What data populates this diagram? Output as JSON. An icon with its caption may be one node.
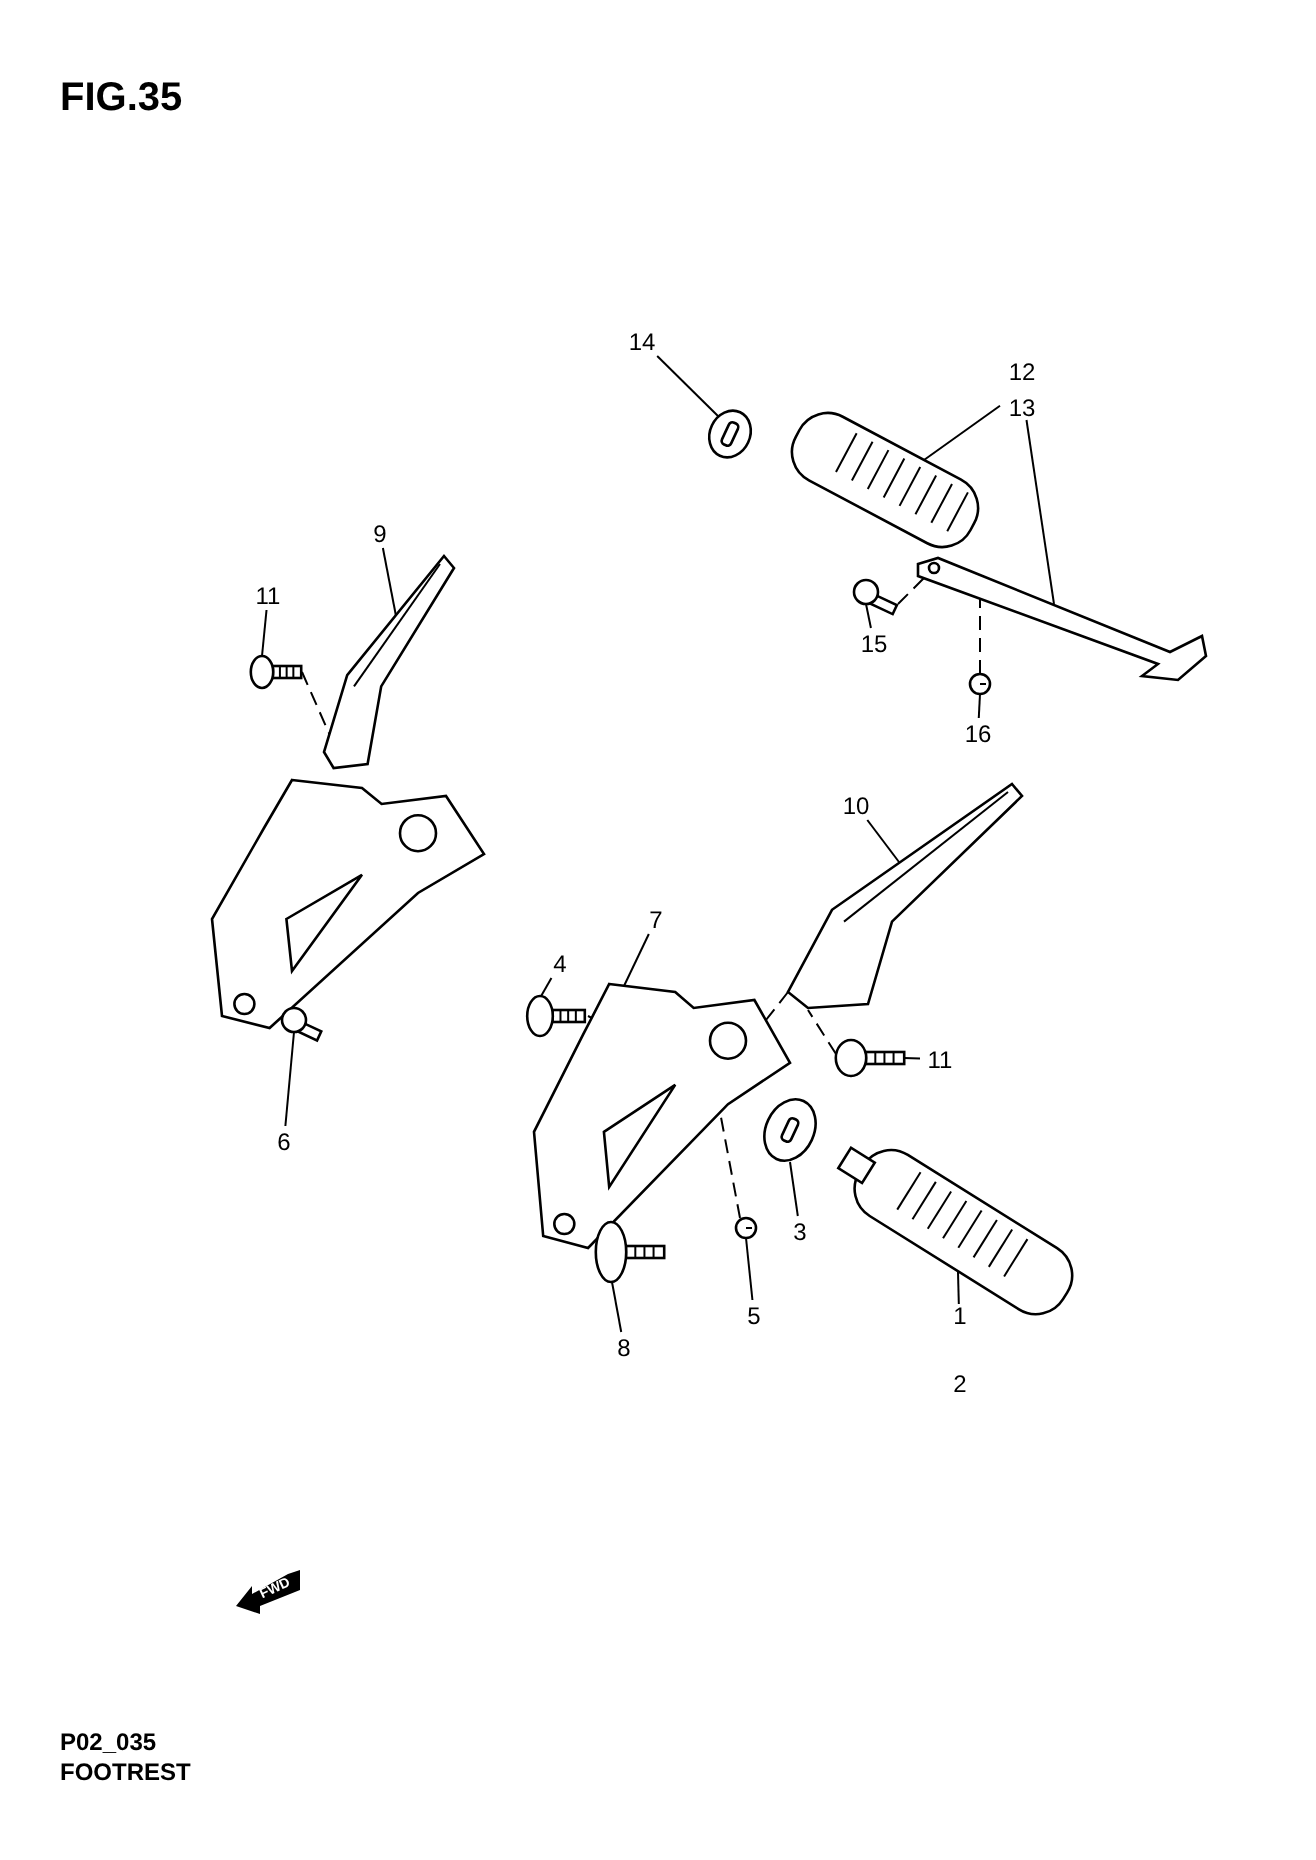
{
  "diagram": {
    "title": "FIG.35",
    "nodes": [
      {
        "text": [
          "14"
        ]
      },
      {
        "text": [
          "12",
          "13"
        ]
      },
      {
        "text": [],
        "shape": "picture"
      },
      {
        "text": [],
        "shape": "picture"
      },
      {
        "text": [],
        "shape": "picture"
      },
      {
        "text": [
          "15"
        ]
      },
      {
        "text": [],
        "shape": "picture"
      },
      {
        "text": [
          "16"
        ]
      },
      {
        "text": [],
        "shape": "picture"
      },
      {
        "text": [
          "9"
        ]
      },
      {
        "text": [],
        "shape": "picture"
      },
      {
        "text": [
          "11"
        ]
      },
      {
        "text": [],
        "shape": "picture"
      },
      {
        "text": [],
        "shape": "picture"
      },
      {
        "text": [
          "6"
        ]
      },
      {
        "text": [],
        "shape": "picture"
      },
      {
        "text": [
          "10"
        ]
      },
      {
        "text": [],
        "shape": "picture"
      },
      {
        "text": [
          "7"
        ]
      },
      {
        "text": [],
        "shape": "picture"
      },
      {
        "text": [
          "4"
        ]
      },
      {
        "text": [],
        "shape": "picture"
      },
      {
        "text": [
          "11"
        ]
      },
      {
        "text": [],
        "shape": "picture"
      },
      {
        "text": [],
        "shape": "picture"
      },
      {
        "text": [
          "3"
        ]
      },
      {
        "text": [],
        "shape": "picture"
      },
      {
        "text": [
          "1",
          "2"
        ]
      },
      {
        "text": [],
        "shape": "picture"
      },
      {
        "text": [
          "5"
        ]
      },
      {
        "text": [],
        "shape": "picture"
      },
      {
        "text": [
          "8"
        ]
      }
    ],
    "edges": [
      {
        "from": 0,
        "to": 2,
        "arrow": "none"
      },
      {
        "from": 1,
        "to": 3,
        "arrow": "none"
      },
      {
        "from": 1,
        "to": 4,
        "arrow": "none"
      },
      {
        "from": 5,
        "to": 6,
        "arrow": "none"
      },
      {
        "from": 7,
        "to": 8,
        "arrow": "none"
      },
      {
        "from": 9,
        "to": 10,
        "arrow": "none"
      },
      {
        "from": 11,
        "to": 12,
        "arrow": "none"
      },
      {
        "from": 14,
        "to": 15,
        "arrow": "none"
      },
      {
        "from": 16,
        "to": 17,
        "arrow": "none"
      },
      {
        "from": 18,
        "to": 19,
        "arrow": "none"
      },
      {
        "from": 20,
        "to": 21,
        "arrow": "none"
      },
      {
        "from": 22,
        "to": 23,
        "arrow": "none"
      },
      {
        "from": 25,
        "to": 24,
        "arrow": "none"
      },
      {
        "from": 27,
        "to": 26,
        "arrow": "none"
      },
      {
        "from": 29,
        "to": 28,
        "arrow": "none"
      },
      {
        "from": 31,
        "to": 30,
        "arrow": "none"
      },
      {
        "from": 12,
        "to": 10,
        "arrow": "none",
        "style": "dashed"
      },
      {
        "from": 6,
        "to": 4,
        "arrow": "none",
        "style": "dashed"
      },
      {
        "from": 8,
        "to": 4,
        "arrow": "none",
        "style": "dashed"
      },
      {
        "from": 21,
        "to": 19,
        "arrow": "none",
        "style": "dashed"
      },
      {
        "from": 23,
        "to": 17,
        "arrow": "none",
        "style": "dashed"
      },
      {
        "from": 17,
        "to": 19,
        "arrow": "none",
        "style": "dashed"
      },
      {
        "from": 28,
        "to": 19,
        "arrow": "none",
        "style": "dashed"
      }
    ],
    "labels": [
      "FWD",
      "P02_035",
      "FOOTREST"
    ]
  }
}
